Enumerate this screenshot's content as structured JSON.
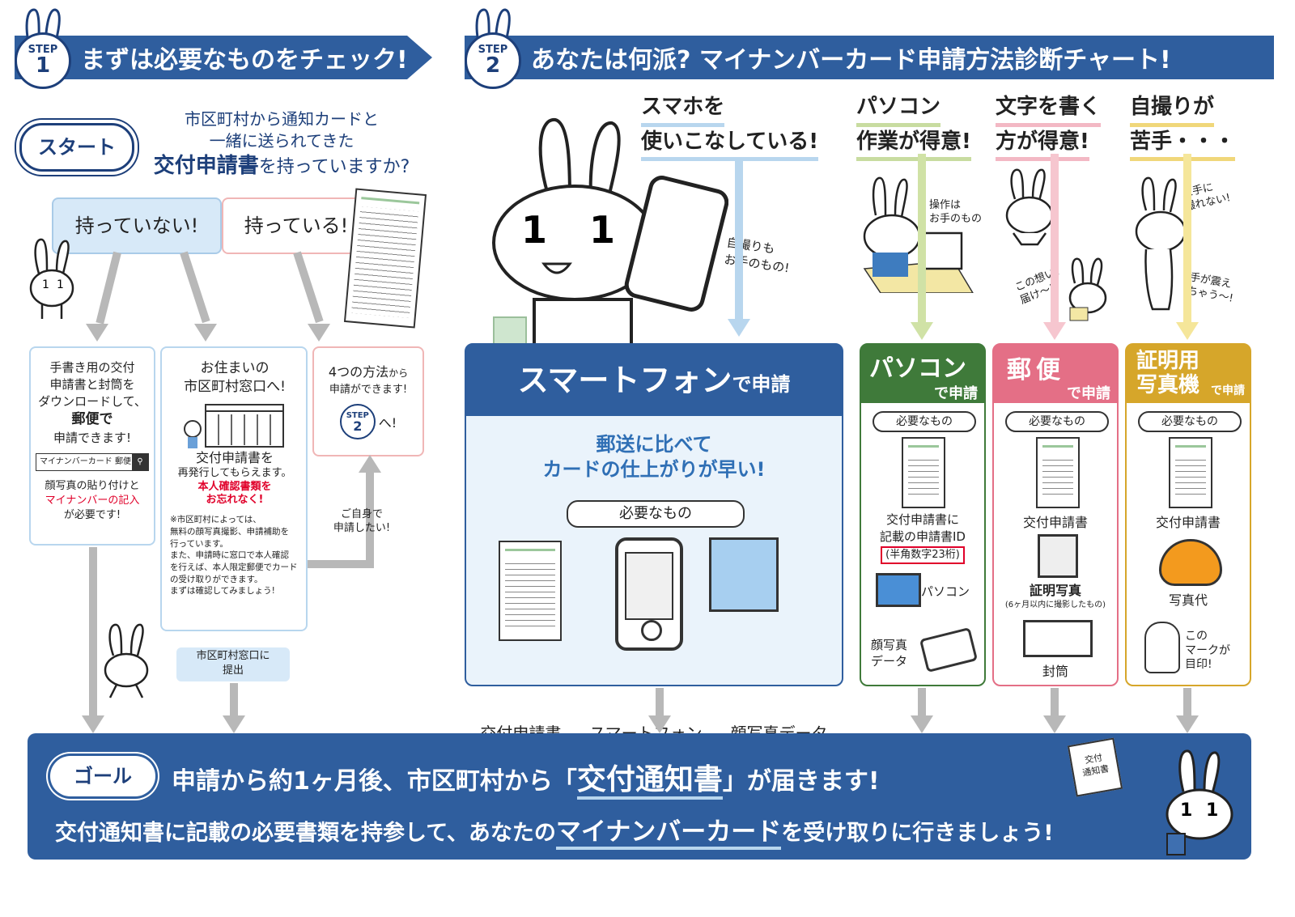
{
  "step1": {
    "badge_top": "STEP",
    "badge_num": "1",
    "title": "まずは必要なものをチェック!"
  },
  "step2": {
    "badge_top": "STEP",
    "badge_num": "2",
    "title": "あなたは何派? マイナンバーカード申請方法診断チャート!"
  },
  "start": {
    "label": "スタート",
    "question_l1": "市区町村から通知カードと",
    "question_l2": "一緒に送られてきた",
    "question_l3_em": "交付申請書",
    "question_l3": "を持っていますか?"
  },
  "choice_no": "持っていない!",
  "choice_yes": "持っている!",
  "box_download": {
    "l1": "手書き用の交付",
    "l2": "申請書と封筒を",
    "l3": "ダウンロードして、",
    "l4": "郵便で",
    "l5": "申請できます!",
    "search_text": "マイナンバーカード 郵便",
    "note1": "顔写真の貼り付けと",
    "note2": "マイナンバーの記入",
    "note3": "が必要です!"
  },
  "box_window": {
    "l1": "お住まいの",
    "l2": "市区町村窓口へ!",
    "l3": "交付申請書を",
    "l4": "再発行してもらえます。",
    "warn1": "本人確認書類を",
    "warn2": "お忘れなく!",
    "n1": "※市区町村によっては、",
    "n2": "無料の顔写真撮影、申請補助を",
    "n3": "行っています。",
    "n4": "また、申請時に窓口で本人確認",
    "n5": "を行えば、本人限定郵便でカード",
    "n6": "の受け取りができます。",
    "n7": "まずは確認してみましょう!"
  },
  "box_four": {
    "l1a": "4つの方法",
    "l1b": "から",
    "l2": "申請ができます!",
    "l3": "へ!"
  },
  "self_apply_l1": "ご自身で",
  "self_apply_l2": "申請したい!",
  "submit_l1": "市区町村窓口に",
  "submit_l2": "提出",
  "types": {
    "smartphone": {
      "h1": "スマホを",
      "h2": "使いこなしている!",
      "bubble1": "自撮りも",
      "bubble2": "お手のもの!"
    },
    "pc": {
      "h1": "パソコン",
      "h2": "作業が得意!",
      "bubble1": "操作は",
      "bubble2": "お手のもの"
    },
    "mail": {
      "h1": "文字を書く",
      "h2": "方が得意!",
      "bubble1": "この想い、",
      "bubble2": "届け〜!"
    },
    "photo": {
      "h1": "自撮りが",
      "h2": "苦手・・・",
      "bubble1": "上手に",
      "bubble2": "撮れない!",
      "bubble3": "手が震え",
      "bubble4": "ちゃう〜!"
    }
  },
  "smart_panel": {
    "title_a": "スマートフォン",
    "title_b": "で申請",
    "merit1": "郵送に比べて",
    "merit2": "カードの仕上がりが早い!",
    "need": "必要なもの",
    "item1": "交付申請書",
    "item2": "スマートフォン",
    "item3": "顔写真データ"
  },
  "pc_panel": {
    "title_a": "パソコン",
    "title_b": "で申請",
    "need": "必要なもの",
    "item1a": "交付申請書に",
    "item1b": "記載の申請書ID",
    "item1c": "(半角数字23桁)",
    "item2": "パソコン",
    "item3a": "顔写真",
    "item3b": "データ"
  },
  "mail_panel": {
    "title_a": "郵便",
    "title_b": "で申請",
    "need": "必要なもの",
    "item1": "交付申請書",
    "item2": "証明写真",
    "item2_note": "(6ヶ月以内に撮影したもの)",
    "item3": "封筒"
  },
  "photo_panel": {
    "title_a": "証明用",
    "title_b": "写真機",
    "title_c": "で申請",
    "need": "必要なもの",
    "item1": "交付申請書",
    "item2": "写真代",
    "mark1": "この",
    "mark2": "マークが",
    "mark3": "目印!"
  },
  "goal": {
    "label": "ゴール",
    "line1a": "申請から約1ヶ月後、市区町村から「",
    "line1_em": "交付通知書",
    "line1b": "」が届きます!",
    "line2a": "交付通知書に記載の必要書類を持参して、あなたの",
    "line2_em": "マイナンバーカード",
    "line2b": "を受け取りに行きましょう!",
    "doc_l1": "交付",
    "doc_l2": "通知書"
  },
  "colors": {
    "navy": "#1d3f7a",
    "banner": "#2f5e9e",
    "lightblue": "#b8d6ee",
    "green": "#3f7a3a",
    "pink": "#e46f86",
    "gold": "#d6a62a",
    "red": "#e0002a"
  }
}
